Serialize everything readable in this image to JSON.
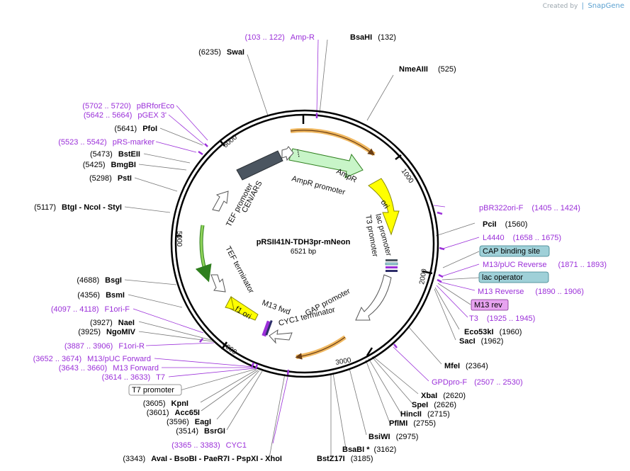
{
  "credit": {
    "prefix": "Created by",
    "brand": "SnapGene"
  },
  "plasmid": {
    "name": "pRSII41N-TDH3pr-mNeon",
    "size": "6521 bp"
  },
  "ticks": [
    "1000",
    "2000",
    "3000",
    "4000",
    "5000",
    "6000"
  ],
  "enzymes": [
    {
      "pos": "(132)",
      "name": "BsaHI"
    },
    {
      "pos": "(525)",
      "name": "NmeAIII"
    },
    {
      "pos": "(1560)",
      "name": "PciI"
    },
    {
      "pos": "(1960)",
      "name": "Eco53kI"
    },
    {
      "pos": "(1962)",
      "name": "SacI"
    },
    {
      "pos": "(2364)",
      "name": "MfeI"
    },
    {
      "pos": "(2620)",
      "name": "XbaI"
    },
    {
      "pos": "(2626)",
      "name": "SpeI"
    },
    {
      "pos": "(2715)",
      "name": "HincII"
    },
    {
      "pos": "(2755)",
      "name": "PflMI"
    },
    {
      "pos": "(2975)",
      "name": "BsiWI"
    },
    {
      "pos": "(3162)",
      "name": "BsaBI *"
    },
    {
      "pos": "(3185)",
      "name": "BstZ17I"
    },
    {
      "pos": "(3343)",
      "name": "AvaI  -  BsoBI  -  PaeR7I  -  PspXI  -  XhoI"
    },
    {
      "pos": "(3514)",
      "name": "BsrGI"
    },
    {
      "pos": "(3596)",
      "name": "EagI"
    },
    {
      "pos": "(3601)",
      "name": "Acc65I"
    },
    {
      "pos": "(3605)",
      "name": "KpnI"
    },
    {
      "pos": "(3925)",
      "name": "NgoMIV"
    },
    {
      "pos": "(3927)",
      "name": "NaeI"
    },
    {
      "pos": "(4356)",
      "name": "BsmI"
    },
    {
      "pos": "(4688)",
      "name": "BsgI"
    },
    {
      "pos": "(5117)",
      "name": "BtgI  -  NcoI  -  StyI"
    },
    {
      "pos": "(5298)",
      "name": "PstI"
    },
    {
      "pos": "(5425)",
      "name": "BmgBI"
    },
    {
      "pos": "(5473)",
      "name": "BstEII"
    },
    {
      "pos": "(5641)",
      "name": "PfoI"
    },
    {
      "pos": "(6235)",
      "name": "SwaI"
    }
  ],
  "sites": [
    {
      "range": "(103 .. 122)",
      "name": "Amp-R"
    },
    {
      "range": "(1405 .. 1424)",
      "name": "pBR322ori-F"
    },
    {
      "range": "(1658 .. 1675)",
      "name": "L4440"
    },
    {
      "name": "CAP binding site"
    },
    {
      "range": "(1871 .. 1893)",
      "name": "M13/pUC Reverse"
    },
    {
      "name": "lac operator"
    },
    {
      "range": "(1890 .. 1906)",
      "name": "M13 Reverse"
    },
    {
      "name": "M13 rev"
    },
    {
      "range": "(1925 .. 1945)",
      "name": "T3"
    },
    {
      "range": "(2507 .. 2530)",
      "name": "GPDpro-F"
    },
    {
      "range": "(3365 .. 3383)",
      "name": "CYC1"
    },
    {
      "name": "T7 promoter"
    },
    {
      "range": "(3614 .. 3633)",
      "name": "T7"
    },
    {
      "range": "(3643 .. 3660)",
      "name": "M13 Forward"
    },
    {
      "range": "(3652 .. 3674)",
      "name": "M13/pUC Forward"
    },
    {
      "range": "(3887 .. 3906)",
      "name": "F1ori-R"
    },
    {
      "range": "(4097 .. 4118)",
      "name": "F1ori-F"
    },
    {
      "range": "(5523 .. 5542)",
      "name": "pRS-marker"
    },
    {
      "range": "(5642 .. 5664)",
      "name": "pGEX 3'"
    },
    {
      "range": "(5702 .. 5720)",
      "name": "pBRforEco"
    }
  ],
  "features": [
    {
      "name": "AmpR"
    },
    {
      "name": "AmpR promoter"
    },
    {
      "name": "ori"
    },
    {
      "name": "lac promoter"
    },
    {
      "name": "T3 promoter"
    },
    {
      "name": "GAP promoter"
    },
    {
      "name": "CYC1 terminator"
    },
    {
      "name": "M13 fwd"
    },
    {
      "name": "f1 ori"
    },
    {
      "name": "TEF terminator"
    },
    {
      "name": "TEF promoter"
    },
    {
      "name": "CEN/ARS"
    }
  ],
  "colors": {
    "enzyme_text": "#000000",
    "site_text": "#9b30d9",
    "backbone": "#000000",
    "orange_band": "#f0b860",
    "ampr_fill": "#c8f5c8",
    "ori_fill": "#ffff00",
    "cen_fill": "#4b5560",
    "green_arrow": "#8fd35a",
    "teal_box": "#9fd0d8",
    "mag_box": "#e7a3f0"
  }
}
